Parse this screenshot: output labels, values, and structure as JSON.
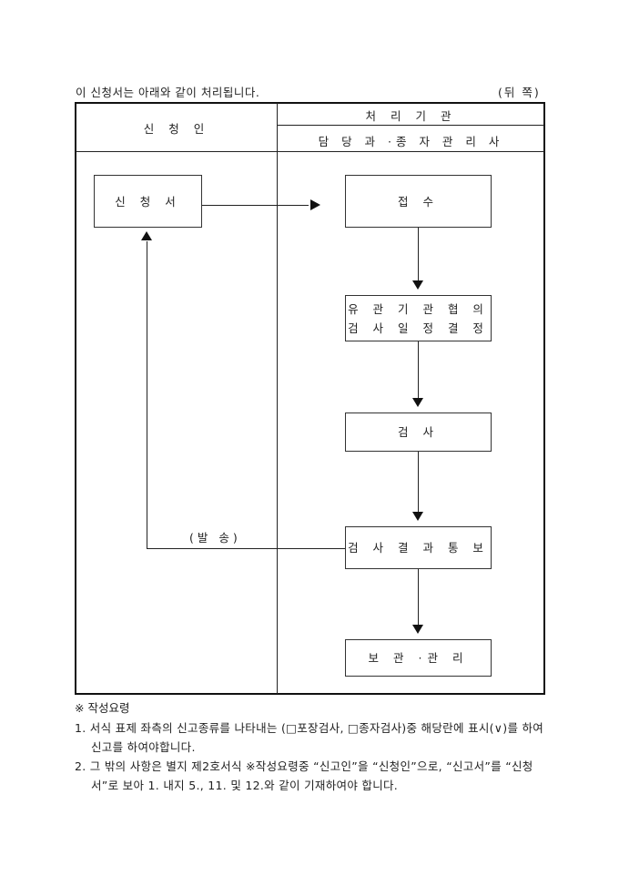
{
  "caption": "이 신청서는 아래와 같이 처리됩니다.",
  "side_label": "(뒤 쪽)",
  "header": {
    "applicant_col": "신 청 인",
    "agency_col": "처 리 기 관",
    "agency_sub": "담 당 과 ·종 자 관 리 사"
  },
  "flow": {
    "application": "신 청 서",
    "steps": [
      {
        "label": "접 수"
      },
      {
        "label_line1": "유 관 기 관 협 의",
        "label_line2": "검 사 일 정 결 정"
      },
      {
        "label": "검 사"
      },
      {
        "label": "검 사 결 과 통 보"
      },
      {
        "label": "보 관 ·관 리"
      }
    ],
    "return_label": "(발 송)"
  },
  "notes": {
    "title": "※ 작성요령",
    "items": [
      "1. 서식 표제 좌측의 신고종류를 나타내는 (□포장검사, □종자검사)중 해당란에 표시(∨)를 하여 신고를 하여야합니다.",
      "2. 그 밖의 사항은 별지 제2호서식 ※작성요령중 “신고인”을 “신청인”으로, “신고서”를 “신청서”로 보아 1. 내지 5., 11. 및 12.와 같이 기재하여야 합니다."
    ]
  }
}
